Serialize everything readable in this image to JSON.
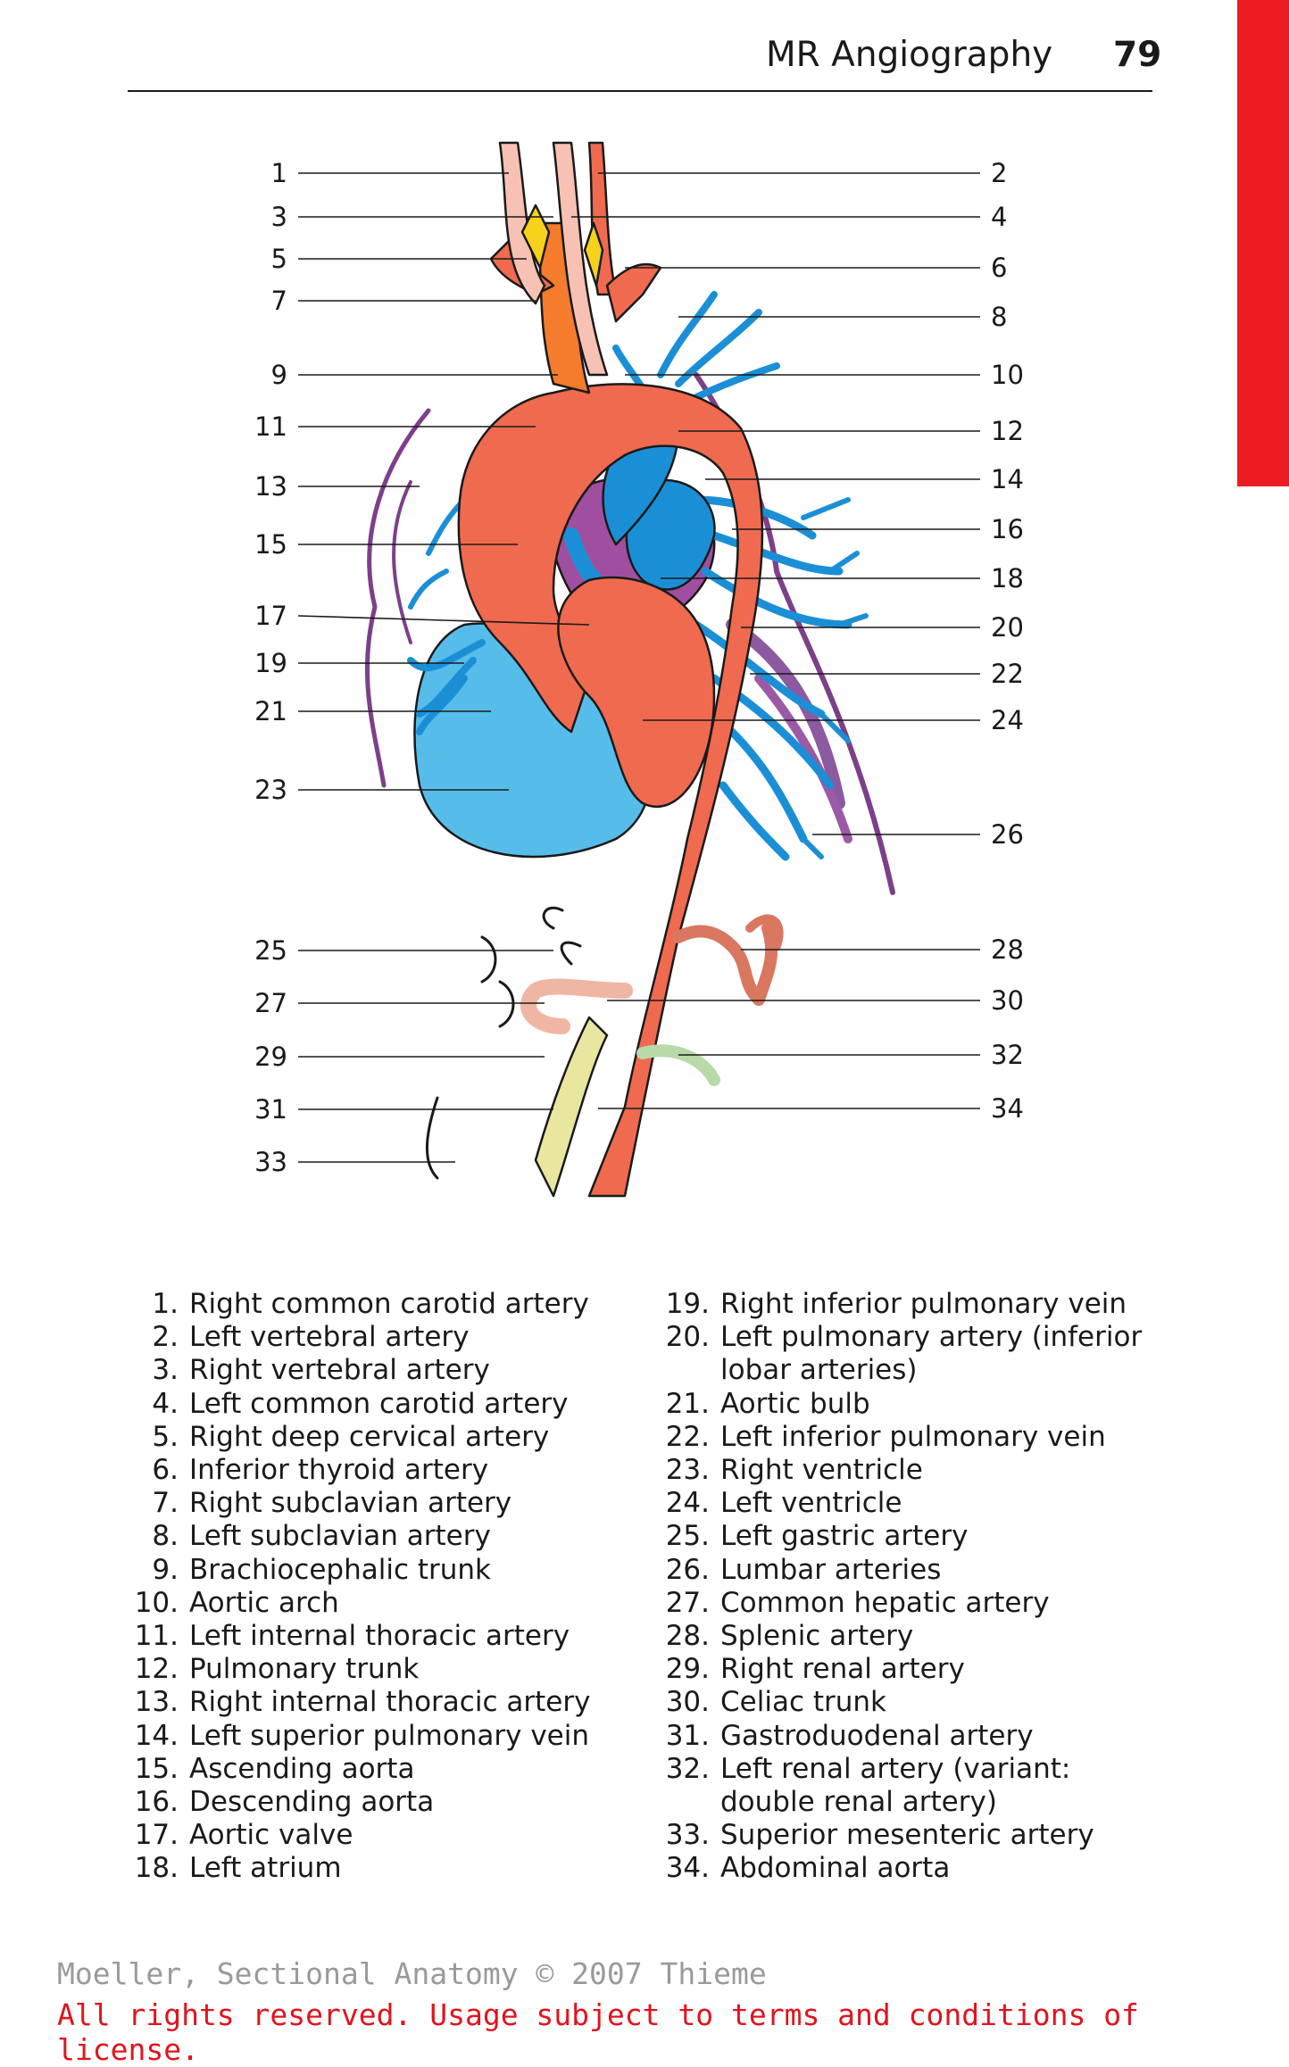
{
  "header": {
    "title": "MR Angiography",
    "page_number": "79"
  },
  "figure": {
    "left_labels": [
      "1",
      "3",
      "5",
      "7",
      "9",
      "11",
      "13",
      "15",
      "17",
      "19",
      "21",
      "23",
      "25",
      "27",
      "29",
      "31",
      "33"
    ],
    "right_labels": [
      "2",
      "4",
      "6",
      "8",
      "10",
      "12",
      "14",
      "16",
      "18",
      "20",
      "22",
      "24",
      "26",
      "28",
      "30",
      "32",
      "34"
    ]
  },
  "legend": [
    {
      "num": "1.",
      "text": "Right common carotid artery"
    },
    {
      "num": "2.",
      "text": "Left vertebral artery"
    },
    {
      "num": "3.",
      "text": "Right vertebral artery"
    },
    {
      "num": "4.",
      "text": "Left common carotid artery"
    },
    {
      "num": "5.",
      "text": "Right deep cervical artery"
    },
    {
      "num": "6.",
      "text": "Inferior thyroid artery"
    },
    {
      "num": "7.",
      "text": "Right subclavian artery"
    },
    {
      "num": "8.",
      "text": "Left subclavian artery"
    },
    {
      "num": "9.",
      "text": "Brachiocephalic trunk"
    },
    {
      "num": "10.",
      "text": "Aortic arch"
    },
    {
      "num": "11.",
      "text": "Left internal thoracic artery"
    },
    {
      "num": "12.",
      "text": "Pulmonary trunk"
    },
    {
      "num": "13.",
      "text": "Right internal thoracic artery"
    },
    {
      "num": "14.",
      "text": "Left superior pulmonary vein"
    },
    {
      "num": "15.",
      "text": "Ascending aorta"
    },
    {
      "num": "16.",
      "text": "Descending aorta"
    },
    {
      "num": "17.",
      "text": "Aortic valve"
    },
    {
      "num": "18.",
      "text": "Left atrium"
    },
    {
      "num": "19.",
      "text": "Right inferior pulmonary vein"
    },
    {
      "num": "20.",
      "text": "Left pulmonary artery (inferior lobar arteries)"
    },
    {
      "num": "21.",
      "text": "Aortic bulb"
    },
    {
      "num": "22.",
      "text": "Left inferior pulmonary vein"
    },
    {
      "num": "23.",
      "text": "Right ventricle"
    },
    {
      "num": "24.",
      "text": "Left ventricle"
    },
    {
      "num": "25.",
      "text": "Left gastric artery"
    },
    {
      "num": "26.",
      "text": "Lumbar arteries"
    },
    {
      "num": "27.",
      "text": "Common hepatic artery"
    },
    {
      "num": "28.",
      "text": "Splenic artery"
    },
    {
      "num": "29.",
      "text": "Right renal artery"
    },
    {
      "num": "30.",
      "text": "Celiac trunk"
    },
    {
      "num": "31.",
      "text": "Gastroduodenal artery"
    },
    {
      "num": "32.",
      "text": "Left renal artery (variant: double renal artery)"
    },
    {
      "num": "33.",
      "text": "Superior mesenteric artery"
    },
    {
      "num": "34.",
      "text": "Abdominal aorta"
    }
  ],
  "footer": {
    "copyright": "Moeller, Sectional Anatomy © 2007 Thieme",
    "license": "All rights reserved. Usage subject to terms and conditions of license."
  },
  "colors": {
    "aorta": "#ef6a4f",
    "vein_blue": "#1b8fd6",
    "ventricle_blue": "#56bdea",
    "purple": "#9b59a6",
    "pink": "#f7c2b4",
    "yellow": "#f5d31c",
    "accent_red": "#ed1c24"
  }
}
